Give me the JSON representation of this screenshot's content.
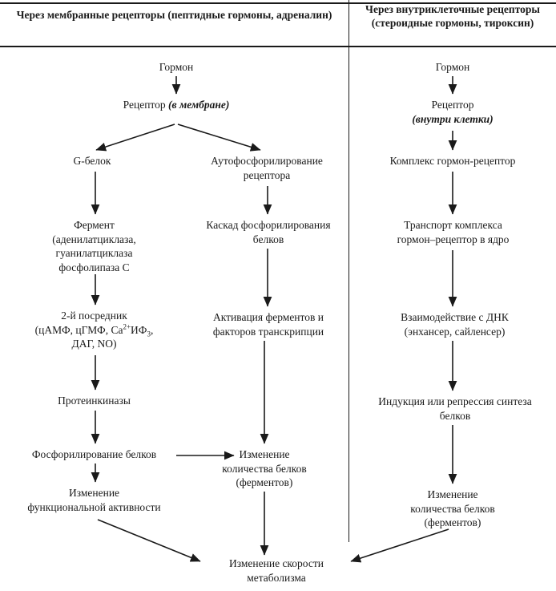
{
  "headers": {
    "left": "Через мембранные рецепторы\n(пептидные гормоны, адреналин)",
    "right": "Через внутриклеточные\nрецепторы\n(стероидные гормоны, тироксин)"
  },
  "colors": {
    "ink": "#1a1a1a",
    "background": "#ffffff"
  },
  "nodes": {
    "left_hormone": "Гормон",
    "left_receptor_main": "Рецептор ",
    "left_receptor_ital": "(в мембране)",
    "g_protein": "G-белок",
    "autophosphorylation": "Аутофосфорилирование\nрецептора",
    "enzyme": "Фермент\n(аденилатциклаза,\nгуанилатциклаза\nфосфолипаза С",
    "cascade": "Каскад фосфорилирования\nбелков",
    "second_messenger_line1": "2-й посредник",
    "second_messenger_line2_a": "(цАМФ, цГМФ, Ca",
    "second_messenger_sup": "2+",
    "second_messenger_line2_b": "ИФ",
    "second_messenger_sub": "3",
    "second_messenger_line2_c": ",",
    "second_messenger_line3": "ДАГ, NO)",
    "activation": "Активация ферментов и\nфакторов транскрипции",
    "protein_kinases": "Протеинкиназы",
    "phosphorylation_proteins": "Фосфорилирование белков",
    "change_amount_mid": "Изменение\nколичества белков\n(ферментов)",
    "change_functional": "Изменение\nфункциональной активности",
    "right_hormone": "Гормон",
    "right_receptor_main": "Рецептор",
    "right_receptor_ital": "(внутри клетки)",
    "complex": "Комплекс гормон-рецептор",
    "transport": "Транспорт комплекса\nгормон–рецептор в ядро",
    "dna": "Взаимодействие с ДНК\n(энхансер, сайленсер)",
    "induction": "Индукция или репрессия синтеза\nбелков",
    "change_amount_right": "Изменение\nколичества белков\n(ферментов)",
    "metabolism": "Изменение скорости\nметаболизма"
  }
}
